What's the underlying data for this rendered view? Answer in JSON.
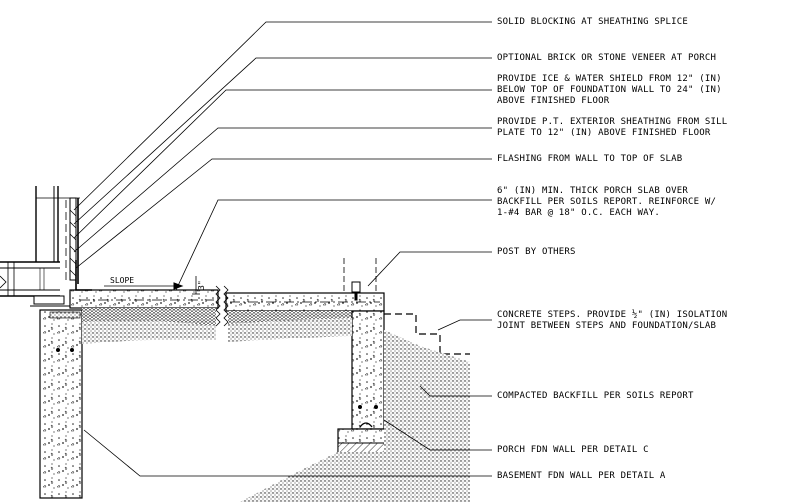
{
  "notes": [
    {
      "id": "solid-blocking",
      "text": "SOLID BLOCKING AT SHEATHING SPLICE"
    },
    {
      "id": "veneer",
      "text": "OPTIONAL BRICK OR STONE VENEER AT PORCH"
    },
    {
      "id": "ice-water-shield",
      "text": "PROVIDE ICE & WATER SHIELD FROM 12\" (IN)\nBELOW TOP OF FOUNDATION WALL TO 24\" (IN)\nABOVE FINISHED FLOOR"
    },
    {
      "id": "pt-sheathing",
      "text": "PROVIDE P.T. EXTERIOR SHEATHING FROM SILL\nPLATE TO 12\" (IN) ABOVE FINISHED FLOOR"
    },
    {
      "id": "flashing",
      "text": "FLASHING FROM WALL TO TOP OF SLAB"
    },
    {
      "id": "porch-slab",
      "text": "6\" (IN) MIN. THICK PORCH SLAB OVER\nBACKFILL PER SOILS REPORT.  REINFORCE W/\n1-#4 BAR @ 18\" O.C. EACH WAY."
    },
    {
      "id": "post",
      "text": "POST BY OTHERS"
    },
    {
      "id": "concrete-steps",
      "text": "CONCRETE STEPS.  PROVIDE ½\" (IN) ISOLATION\nJOINT BETWEEN STEPS AND FOUNDATION/SLAB"
    },
    {
      "id": "compacted-backfill",
      "text": "COMPACTED BACKFILL PER SOILS REPORT"
    },
    {
      "id": "porch-fdn-wall",
      "text": "PORCH FDN WALL PER DETAIL C"
    },
    {
      "id": "basement-fdn-wall",
      "text": "BASEMENT FDN WALL PER DETAIL A"
    }
  ],
  "slope_label": "SLOPE",
  "dim_label": "3\""
}
